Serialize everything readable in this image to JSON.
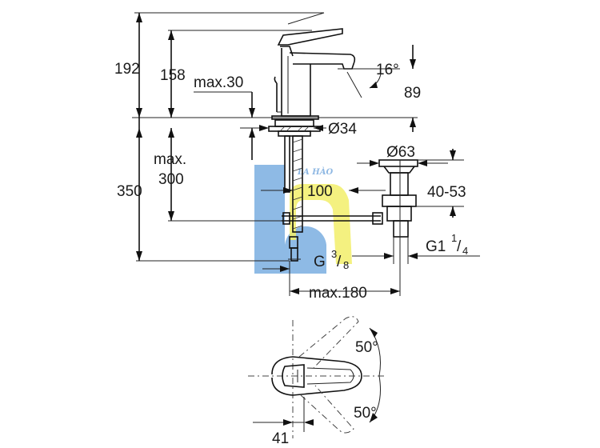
{
  "dimensions": {
    "d192": "192",
    "d158": "158",
    "max30": "max.30",
    "angle16": "16°",
    "d89": "89",
    "dia34": "Ø34",
    "dia63": "Ø63",
    "max300_line1": "max.",
    "max300_line2": "300",
    "d350": "350",
    "d100": "100",
    "d40_53": "40-53",
    "g38_main": "G",
    "g38_num": "3",
    "g38_den": "8",
    "g114_main": "G1",
    "g114_num": "1",
    "g114_den": "4",
    "max180": "max.180",
    "angle50_top": "50°",
    "angle50_bottom": "50°",
    "d41": "41"
  },
  "watermark": {
    "text": "LA HÀO",
    "colors": {
      "blue": "#7aaee0",
      "yellow": "#f2ee6a"
    }
  },
  "colors": {
    "line": "#111111",
    "background": "#ffffff"
  }
}
